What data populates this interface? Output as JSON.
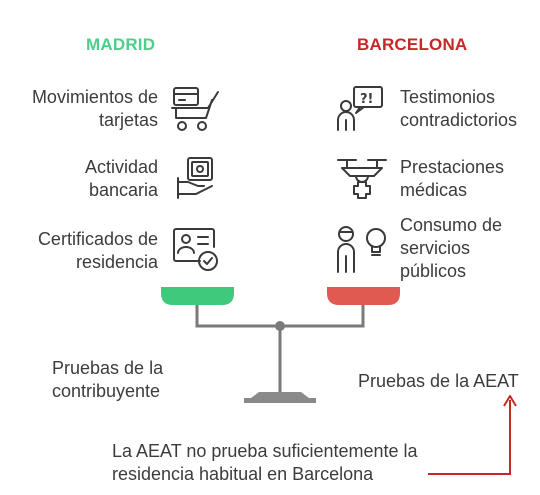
{
  "colors": {
    "madrid": "#4ccf8a",
    "barcelona": "#c62828",
    "pan_left": "#3ec97c",
    "pan_right": "#e05a52",
    "scale": "#7a7a7a",
    "base": "#8a8a8a",
    "arrow": "#c62828"
  },
  "madrid": {
    "title": "MADRID",
    "items": [
      {
        "label_l1": "Movimientos de",
        "label_l2": "tarjetas",
        "icon": "card-cart-icon"
      },
      {
        "label_l1": "Actividad",
        "label_l2": "bancaria",
        "icon": "hand-money-icon"
      },
      {
        "label_l1": "Certificados de",
        "label_l2": "residencia",
        "icon": "id-certificate-icon"
      }
    ],
    "caption_l1": "Pruebas de la",
    "caption_l2": "contribuyente"
  },
  "barcelona": {
    "title": "BARCELONA",
    "items": [
      {
        "label_l1": "Testimonios",
        "label_l2": "contradictorios",
        "icon": "person-speech-icon"
      },
      {
        "label_l1": "Prestaciones",
        "label_l2": "médicas",
        "icon": "medical-drone-icon"
      },
      {
        "label_l1": "Consumo de",
        "label_l2": "servicios",
        "label_l3": "públicos",
        "icon": "person-bulb-icon"
      }
    ],
    "caption": "Pruebas de la AEAT"
  },
  "conclusion": {
    "line1": "La AEAT no prueba suficientemente la",
    "line2": "residencia habitual en Barcelona"
  }
}
